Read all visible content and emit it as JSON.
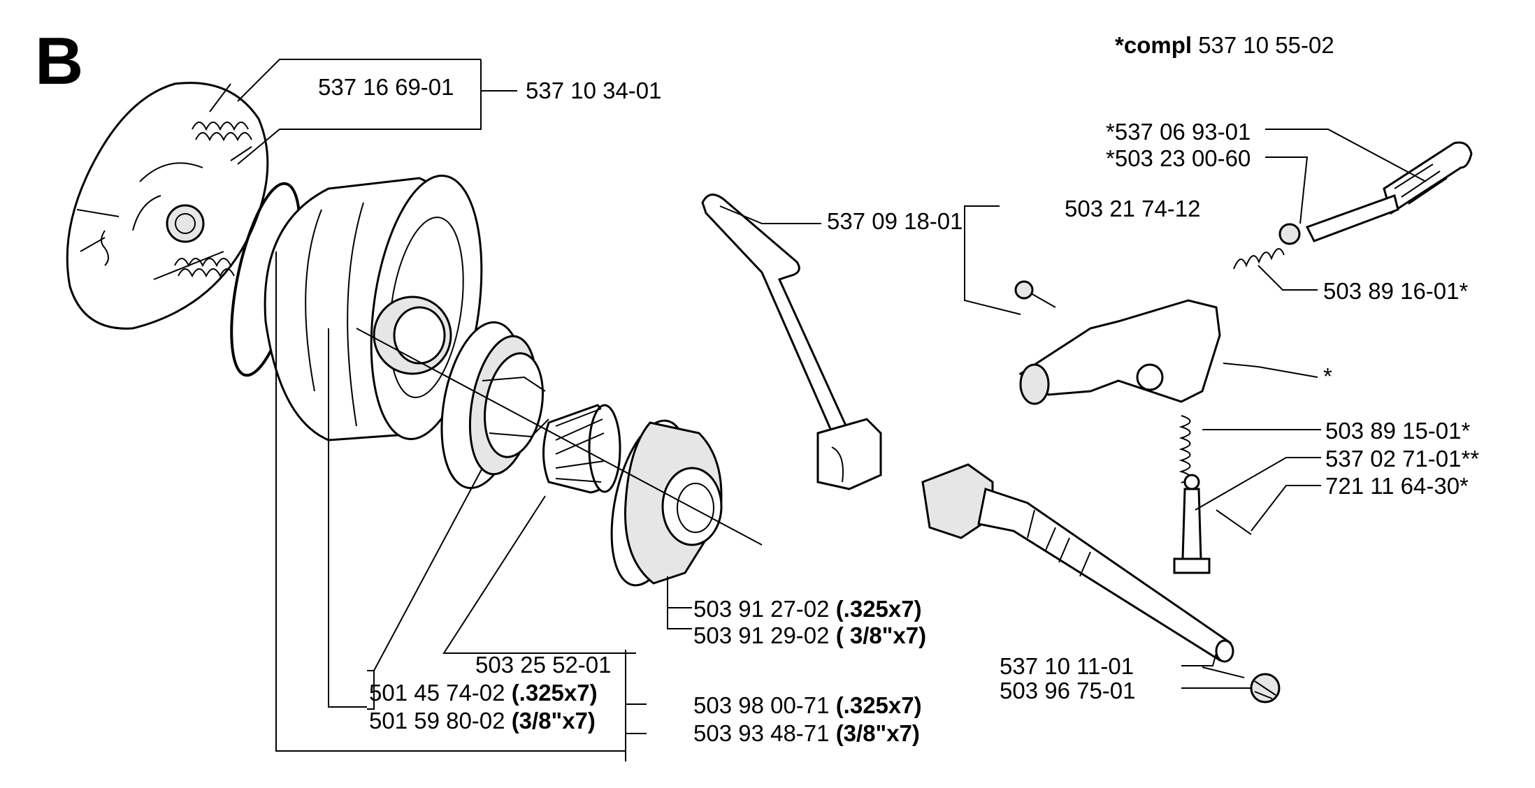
{
  "section_letter": "B",
  "compl": {
    "prefix": "*compl",
    "number": "537 10 55-02"
  },
  "labels": {
    "clutch_spring": "537 16 69-01",
    "clutch_assy": "537 10 34-01",
    "lever": "537 09 18-01",
    "screw": "503 21 74-12",
    "shaft": "*537 06 93-01",
    "washer": "*503 23 00-60",
    "spring_upper": "503 89 16-01*",
    "bracket": "*",
    "spring_lower": "503 89 15-01*",
    "plunger": "537 02 71-01**",
    "pin": "721 11 64-30*",
    "pump_rod": "537 10 11-01",
    "filter": "503 96 75-01",
    "sprocket_a": "503 91 27-02",
    "sprocket_a_spec": "(.325x7)",
    "sprocket_b": "503 91 29-02",
    "sprocket_b_spec": "( 3/8\"x7)",
    "bearing": "503 25 52-01",
    "rim_a": "501 45 74-02",
    "rim_a_spec": "(.325x7)",
    "rim_b": "501 59 80-02",
    "rim_b_spec": "(3/8\"x7)",
    "drum_a": "503 98 00-71",
    "drum_a_spec": "(.325x7)",
    "drum_b": "503 93 48-71",
    "drum_b_spec": "(3/8\"x7)"
  }
}
